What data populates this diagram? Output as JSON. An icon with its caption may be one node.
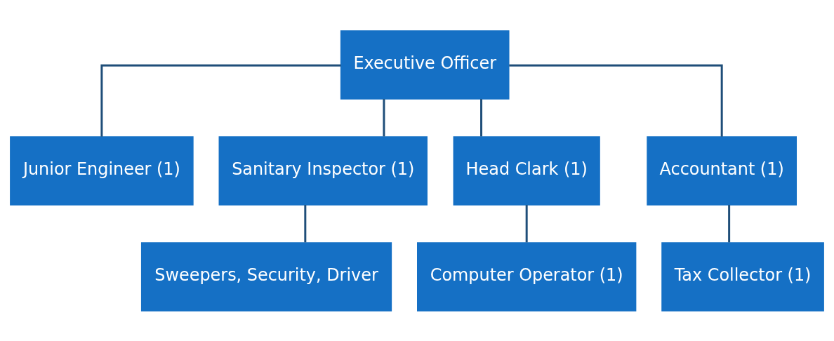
{
  "diagram": {
    "nodes": [
      {
        "text": [
          "Executive Officer"
        ]
      },
      {
        "text": [
          "Junior Engineer (1)"
        ]
      },
      {
        "text": [
          "Sanitary Inspector (1)"
        ]
      },
      {
        "text": [
          "Head Clark (1)"
        ]
      },
      {
        "text": [
          "Accountant (1)"
        ]
      },
      {
        "text": [
          "Sweepers, Security, Driver"
        ]
      },
      {
        "text": [
          "Computer Operator (1)"
        ]
      },
      {
        "text": [
          "Tax Collector (1)"
        ]
      }
    ],
    "edges": [
      {
        "from": 0,
        "to": 1,
        "arrow": "none"
      },
      {
        "from": 0,
        "to": 2,
        "arrow": "none"
      },
      {
        "from": 0,
        "to": 3,
        "arrow": "none"
      },
      {
        "from": 0,
        "to": 4,
        "arrow": "none"
      },
      {
        "from": 2,
        "to": 5,
        "arrow": "none"
      },
      {
        "from": 3,
        "to": 6,
        "arrow": "none"
      },
      {
        "from": 4,
        "to": 7,
        "arrow": "none"
      }
    ]
  }
}
